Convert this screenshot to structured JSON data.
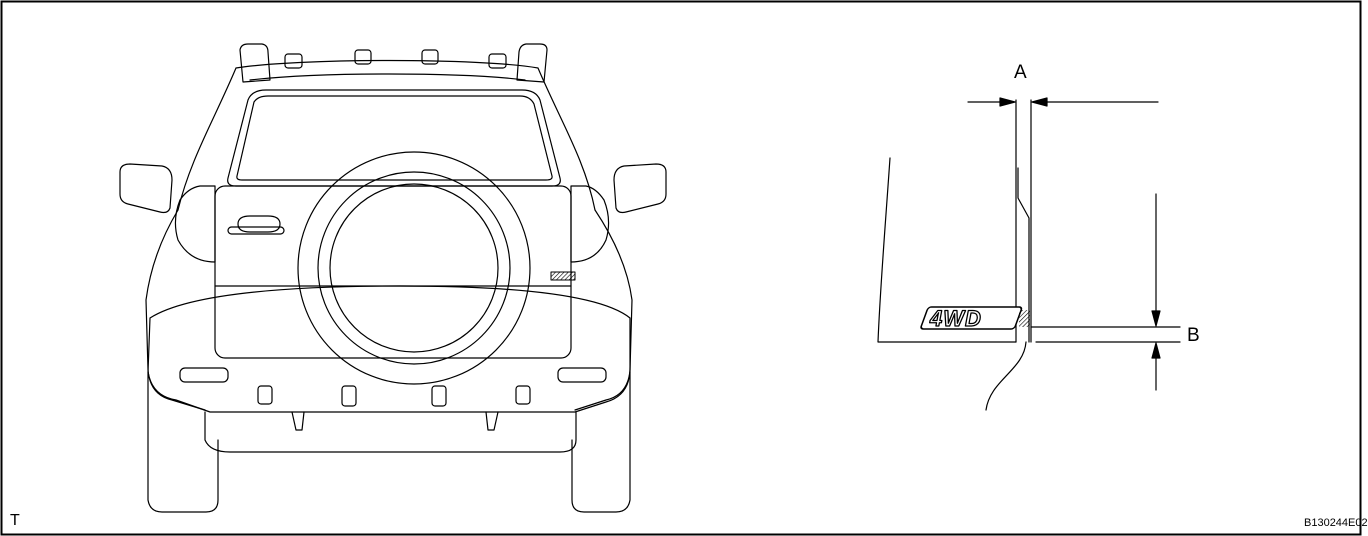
{
  "diagram": {
    "labels": {
      "dimension_a": "A",
      "dimension_b": "B",
      "corner_mark": "T",
      "figure_id": "B130244E02"
    },
    "emblem_text": "4WD",
    "colors": {
      "line": "#000000",
      "background": "#ffffff"
    }
  }
}
